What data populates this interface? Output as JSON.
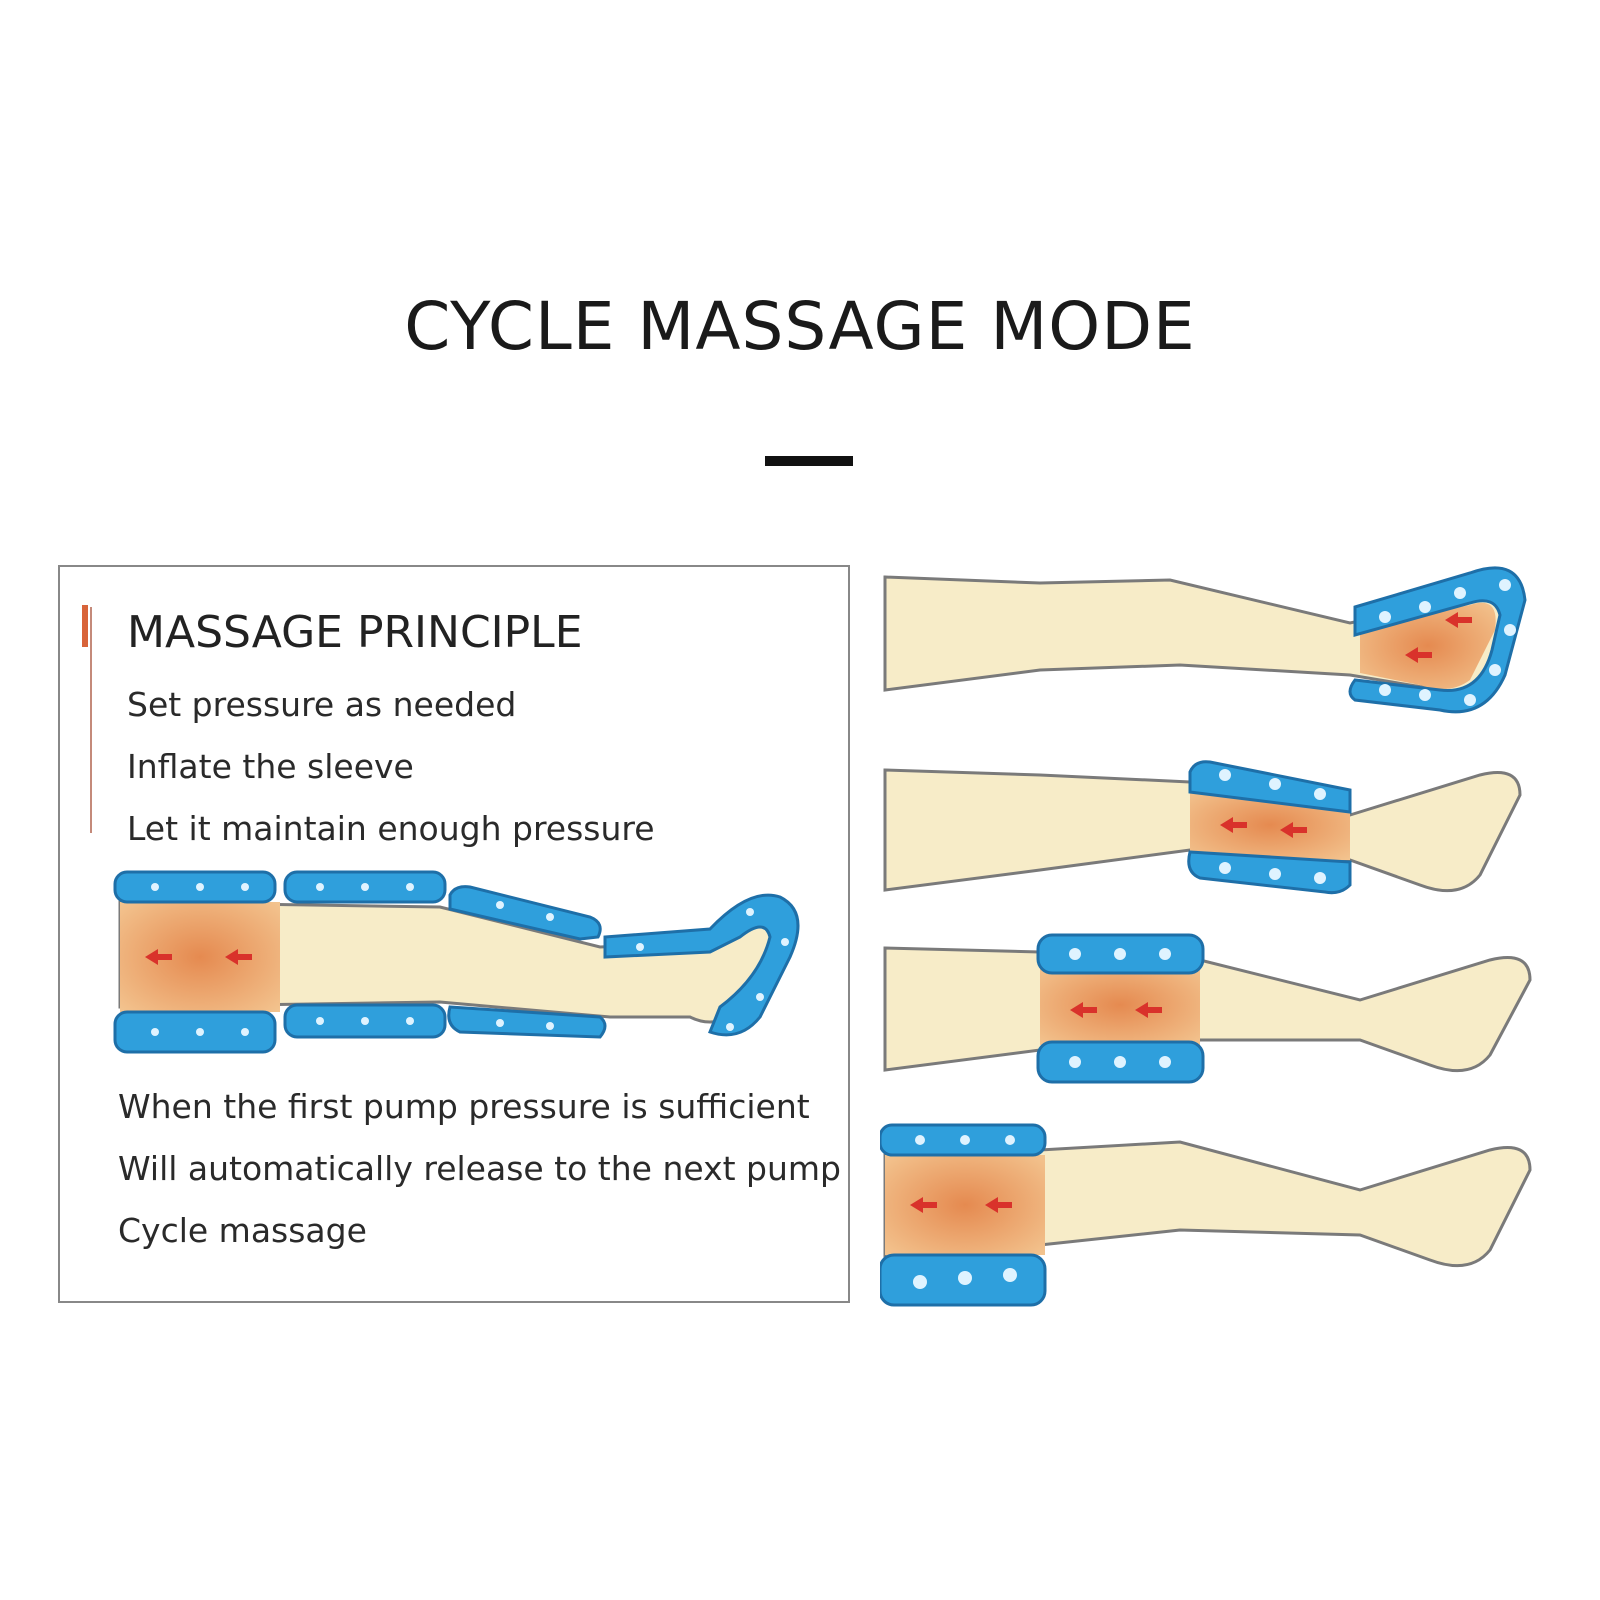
{
  "header": {
    "title": "CYCLE MASSAGE MODE"
  },
  "principle": {
    "title": "MASSAGE PRINCIPLE",
    "steps": [
      "Set pressure as needed",
      "Inflate the sleeve",
      "Let it maintain enough pressure"
    ],
    "caption": [
      "When the first pump pressure is sufficient",
      "Will automatically release to the next pump",
      "Cycle massage"
    ]
  },
  "colors": {
    "sleeve": "#2f9fdc",
    "sleeve_outline": "#1e6fa8",
    "skin": "#f7ecc8",
    "skin_outline": "#7a7a7a",
    "pressure": "#e9a06a",
    "arrow": "#d9322b",
    "accent": "#d8643a"
  },
  "icons": {
    "arrows": "red-pressure-arrow-icon",
    "bubbles": "air-bubble-icon"
  }
}
